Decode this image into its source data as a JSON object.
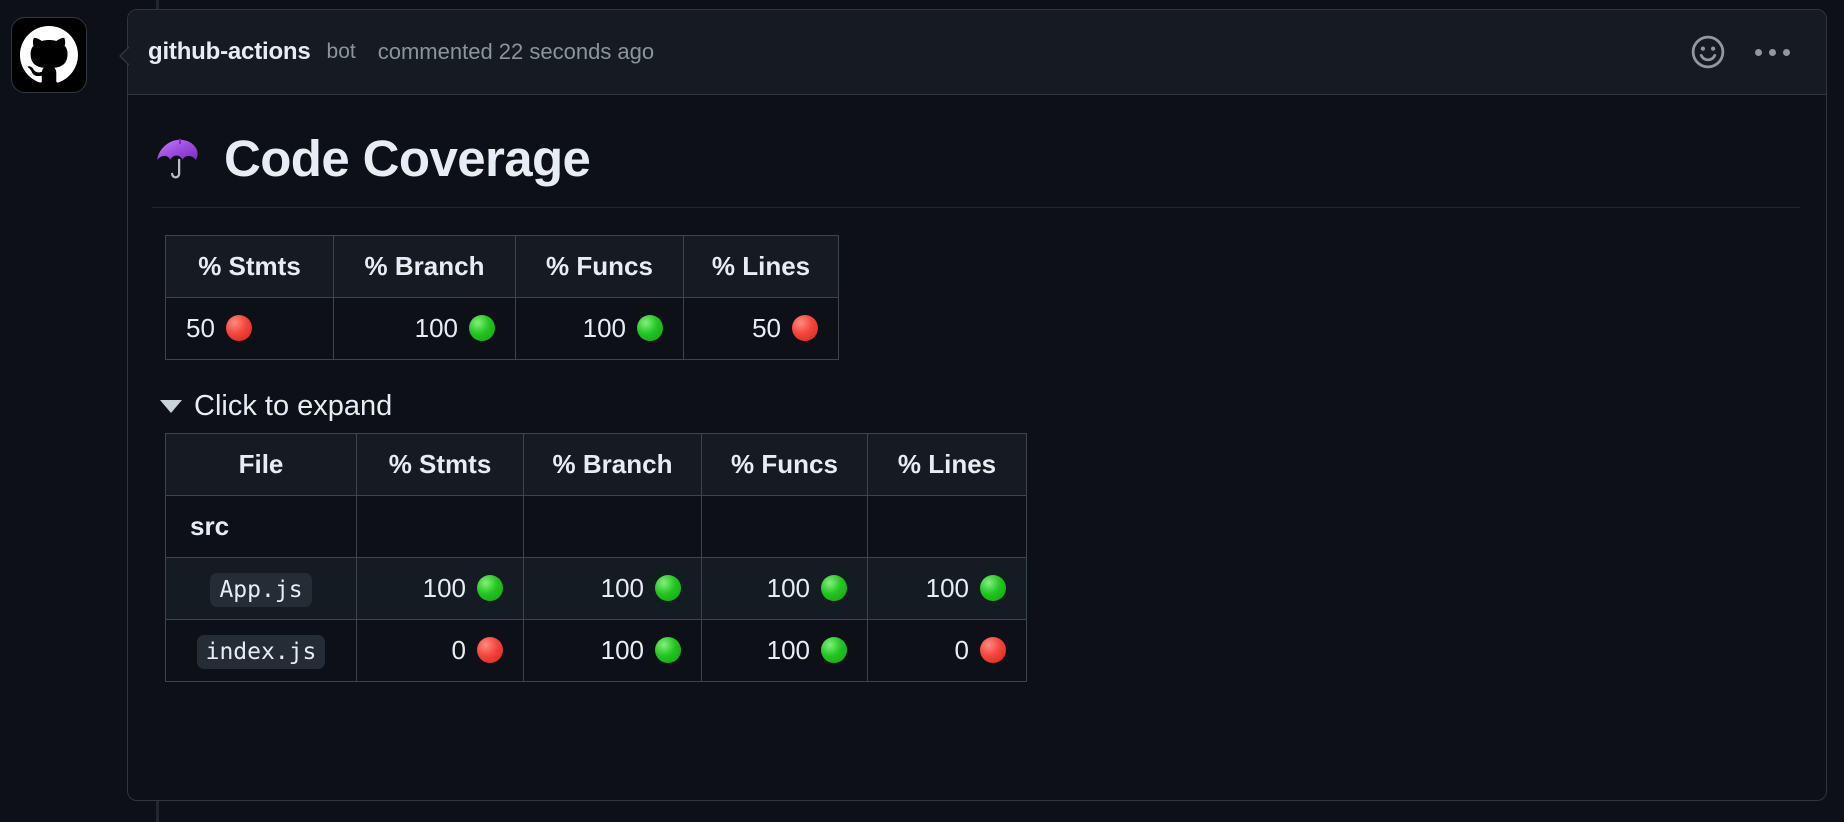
{
  "comment": {
    "author": "github-actions",
    "bot_label": "bot",
    "meta": "commented 22 seconds ago",
    "avatar_icon": "github-octocat-icon",
    "reaction_icon": "smiley-face-icon",
    "menu_icon": "kebab-menu-icon"
  },
  "report": {
    "emoji_icon": "umbrella-emoji",
    "title": "Code Coverage",
    "expand_label": "Click to expand",
    "expand_icon": "triangle-down-icon"
  },
  "summary_table": {
    "headers": [
      "% Stmts",
      "% Branch",
      "% Funcs",
      "% Lines"
    ],
    "row": [
      {
        "value": "50",
        "status": "red"
      },
      {
        "value": "100",
        "status": "green"
      },
      {
        "value": "100",
        "status": "green"
      },
      {
        "value": "50",
        "status": "red"
      }
    ]
  },
  "detail_table": {
    "headers": [
      "File",
      "% Stmts",
      "% Branch",
      "% Funcs",
      "% Lines"
    ],
    "rows": [
      {
        "type": "directory",
        "file": "src",
        "cells": [
          {
            "value": "",
            "status": "none"
          },
          {
            "value": "",
            "status": "none"
          },
          {
            "value": "",
            "status": "none"
          },
          {
            "value": "",
            "status": "none"
          }
        ]
      },
      {
        "type": "file",
        "file": "App.js",
        "cells": [
          {
            "value": "100",
            "status": "green"
          },
          {
            "value": "100",
            "status": "green"
          },
          {
            "value": "100",
            "status": "green"
          },
          {
            "value": "100",
            "status": "green"
          }
        ]
      },
      {
        "type": "file",
        "file": "index.js",
        "cells": [
          {
            "value": "0",
            "status": "red"
          },
          {
            "value": "100",
            "status": "green"
          },
          {
            "value": "100",
            "status": "green"
          },
          {
            "value": "0",
            "status": "red"
          }
        ]
      }
    ]
  },
  "colors": {
    "page_bg": "#0d1117",
    "header_bg": "#161b22",
    "border": "#30363d",
    "table_border": "#3d444d",
    "text": "#e6edf3",
    "muted": "#8b949e",
    "status_red": "#f4453c",
    "status_green": "#22c522",
    "chip_bg": "#262c36"
  }
}
